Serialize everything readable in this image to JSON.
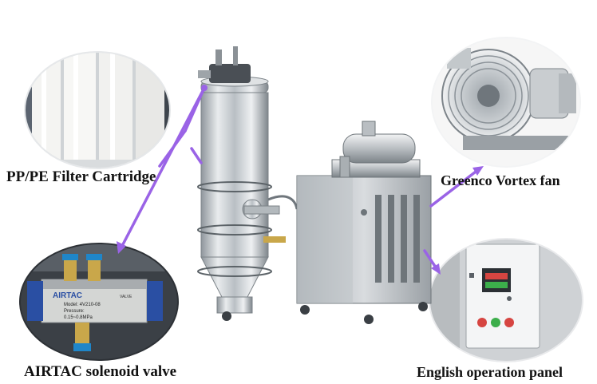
{
  "labels": {
    "filter": "PP/PE Filter Cartridge",
    "fan": "Greenco Vortex fan",
    "valve": "AIRTAC solenoid valve",
    "panel": "English operation panel"
  },
  "valve_text": {
    "brand": "AIRTAC",
    "model": "Model: 4V210-08",
    "pressure_label": "Pressure:",
    "pressure_value": "0.15~0.8MPa",
    "valve": "VALVE"
  },
  "colors": {
    "arrow": "#9a63e6",
    "background": "#ffffff",
    "steel": "#c8ccd0",
    "valve_blue": "#2a4fa3"
  }
}
